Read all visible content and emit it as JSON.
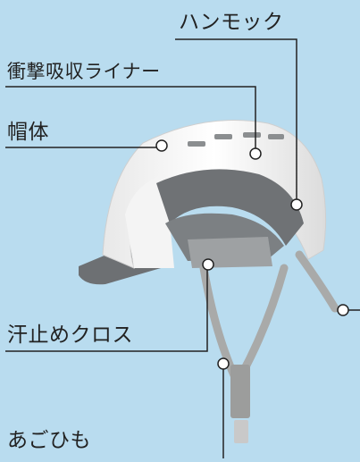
{
  "labels": {
    "hammock": "ハンモック",
    "liner": "衝撃吸収ライナー",
    "shell": "帽体",
    "sweat_cross": "汗止めクロス",
    "chin_strap": "あごひも"
  },
  "colors": {
    "background": "#b9dcef",
    "shell": "#f2f2f2",
    "interior": "#6f7275",
    "strap": "#a9aaa9",
    "leader_line": "#222222"
  }
}
